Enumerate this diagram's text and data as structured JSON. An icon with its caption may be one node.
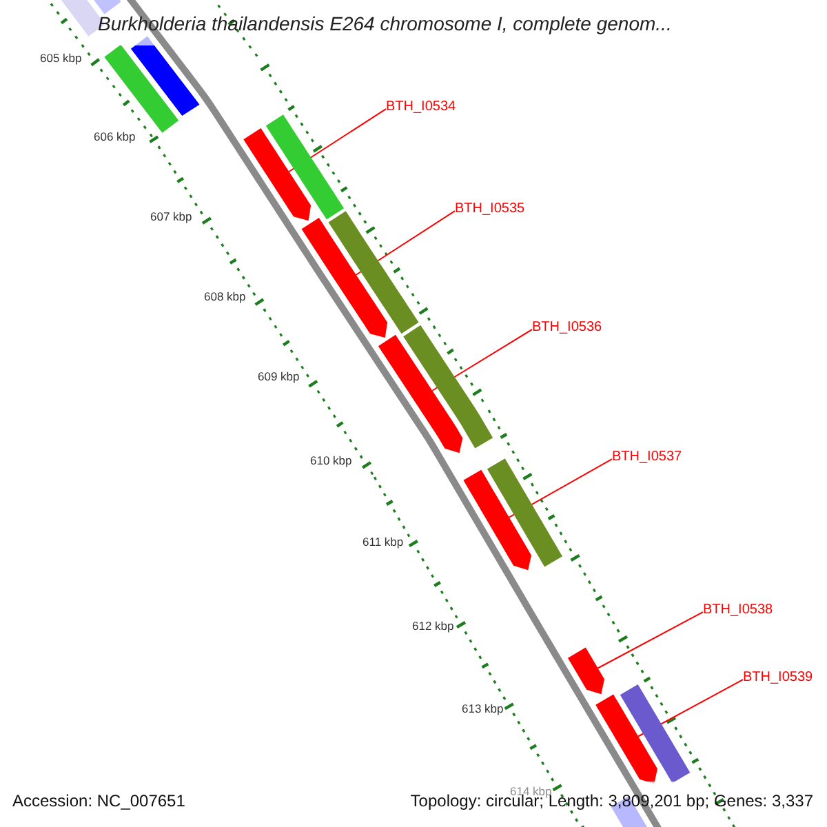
{
  "diagram": {
    "title": "Burkholderia thailandensis E264 chromosome I, complete genom...",
    "nodes": [
      {
        "text": [
          "BTH_I0534"
        ]
      },
      {
        "text": [
          "BTH_I0535"
        ]
      },
      {
        "text": [
          "BTH_I0536"
        ]
      },
      {
        "text": [
          "BTH_I0537"
        ]
      },
      {
        "text": [
          "BTH_I0538"
        ]
      },
      {
        "text": [
          "BTH_I0539"
        ]
      },
      {
        "text": [],
        "shape": "arrow"
      },
      {
        "text": [],
        "shape": "arrow"
      },
      {
        "text": [],
        "shape": "arrow"
      },
      {
        "text": [],
        "shape": "arrow"
      },
      {
        "text": [],
        "shape": "arrow"
      },
      {
        "text": [],
        "shape": "arrow"
      },
      {
        "text": [],
        "shape": "bar"
      },
      {
        "text": [],
        "shape": "bar"
      },
      {
        "text": [],
        "shape": "bar"
      },
      {
        "text": [],
        "shape": "bar"
      },
      {
        "text": [],
        "shape": "bar"
      },
      {
        "text": [],
        "shape": "bar"
      },
      {
        "text": [],
        "shape": "bar"
      },
      {
        "text": [],
        "shape": "bar"
      },
      {
        "text": [],
        "shape": "bar"
      },
      {
        "text": [],
        "shape": "bar"
      }
    ],
    "edges": [
      {
        "from": 0,
        "to": 6,
        "arrow": "none"
      },
      {
        "from": 1,
        "to": 7,
        "arrow": "none"
      },
      {
        "from": 2,
        "to": 8,
        "arrow": "none"
      },
      {
        "from": 3,
        "to": 9,
        "arrow": "none"
      },
      {
        "from": 4,
        "to": 10,
        "arrow": "none"
      },
      {
        "from": 5,
        "to": 11,
        "arrow": "none"
      }
    ],
    "labels": [
      "605 kbp",
      "606 kbp",
      "607 kbp",
      "608 kbp",
      "609 kbp",
      "610 kbp",
      "611 kbp",
      "612 kbp",
      "613 kbp",
      "614 kbp",
      "Accession: NC_007651",
      "Topology: circular; Length: 3,809,201 bp; Genes: 3,337"
    ]
  }
}
